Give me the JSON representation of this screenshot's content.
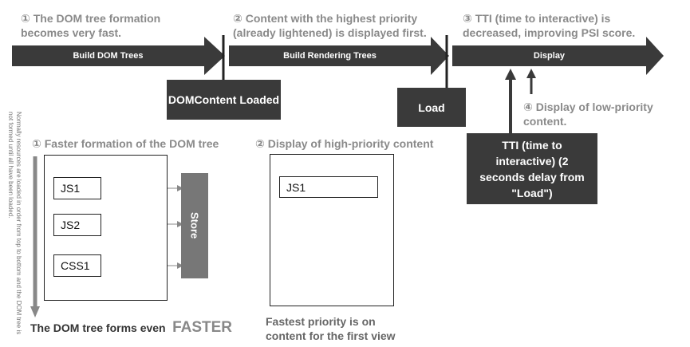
{
  "phases": [
    {
      "label": "Build DOM Trees"
    },
    {
      "label": "Build Rendering Trees"
    },
    {
      "label": "Display"
    }
  ],
  "notes": {
    "n1": "① The DOM tree formation becomes very fast.",
    "n2": "② Content with the highest priority (already lightened) is displayed first.",
    "n3": "③ TTI (time to interactive) is decreased, improving PSI score.",
    "n4": "④ Display of low-priority content."
  },
  "milestones": {
    "dom_content_loaded": "DOMContent Loaded",
    "load": "Load",
    "tti": "TTI (time to interactive) (2 seconds delay from \"Load\")"
  },
  "left_panel": {
    "heading": "① Faster formation of the DOM tree",
    "items": [
      "JS1",
      "JS2",
      "CSS1"
    ],
    "store": "Store",
    "caption_text": "The DOM tree forms even",
    "caption_emph": "FASTER",
    "side_note": "Normally resources are loaded in order from top to bottom and the DOM tree is not formed until all have been loaded."
  },
  "right_panel": {
    "heading": "② Display of high-priority content",
    "item": "JS1",
    "caption": "Fastest priority is on content for the first view"
  },
  "colors": {
    "dark": "#3a3a3a",
    "grey_text": "#8a8a8a",
    "store": "#777777"
  }
}
